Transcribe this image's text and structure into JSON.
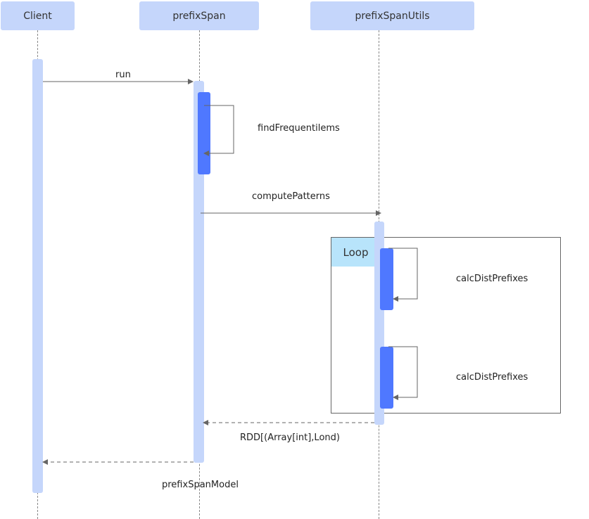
{
  "colors": {
    "participant_bg": "#c5d6fb",
    "activation_light": "#c5d6fb",
    "activation_dark": "#4f78ff",
    "loop_tag_bg": "#b8e4fb",
    "arrow": "#666666"
  },
  "participants": [
    {
      "key": "client",
      "label": "Client"
    },
    {
      "key": "prefixspan",
      "label": "prefixSpan"
    },
    {
      "key": "utils",
      "label": "prefixSpanUtils"
    }
  ],
  "messages": {
    "run": "run",
    "find": "findFrequentilems",
    "compute": "computePatterns",
    "calc1": "calcDistPrefixes",
    "calc2": "calcDistPrefixes",
    "rdd": "RDD[(Array[int],Lond)",
    "model": "prefixSpanModel"
  },
  "loop": {
    "label": "Loop"
  }
}
